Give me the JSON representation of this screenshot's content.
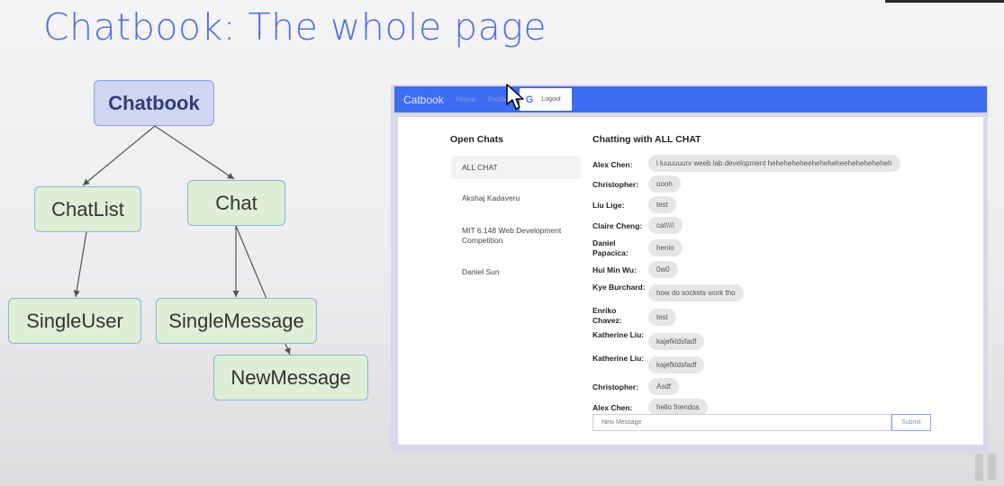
{
  "slide": {
    "title": "Chatbook: The whole page"
  },
  "tree": {
    "root": "Chatbook",
    "chat_list": "ChatList",
    "chat": "Chat",
    "single_user": "SingleUser",
    "single_message": "SingleMessage",
    "new_message": "NewMessage"
  },
  "app": {
    "navbar": {
      "logo": "Catbook",
      "links": [
        "Home",
        "Profile"
      ],
      "google_icon": "G",
      "logout": "Logout"
    },
    "open_chats": {
      "title": "Open Chats",
      "items": [
        "ALL CHAT",
        "Akshaj Kadaveru",
        "MIT 6.148 Web Development Competition",
        "Daniel Sun"
      ]
    },
    "chat": {
      "title": "Chatting with ALL CHAT",
      "messages": [
        {
          "name": "Alex Chen:",
          "text": "i luuuuuurv weeb lab development heheheheheeheheheheeheheheheheh"
        },
        {
          "name": "Christopher:",
          "text": "oooh"
        },
        {
          "name": "Liu Lige:",
          "text": "test"
        },
        {
          "name": "Claire Cheng:",
          "text": "cat\\\\\\\\"
        },
        {
          "name": "Daniel Papacica:",
          "text": "henlo"
        },
        {
          "name": "Hui Min Wu:",
          "text": "0w0"
        },
        {
          "name": "Kye Burchard:",
          "text": "how do sockets work tho"
        },
        {
          "name": "Enriko Chavez:",
          "text": "test"
        },
        {
          "name": "Katherine Liu:",
          "text": "kajefkldsfadf"
        },
        {
          "name": "Katherine Liu:",
          "text": "kajefkldsfadf"
        },
        {
          "name": "Christopher:",
          "text": "Asdf"
        },
        {
          "name": "Alex Chen:",
          "text": "hello friendos"
        }
      ],
      "input_placeholder": "New Message",
      "submit_label": "Submit"
    }
  },
  "colors": {
    "title_blue": "#5570d8",
    "navbar_blue": "#3f6df2",
    "node_green": "#dfeed6",
    "root_node": "#cfd6f3"
  },
  "icons": [
    "google-icon",
    "mouse-pointer-icon",
    "pause-icon"
  ]
}
